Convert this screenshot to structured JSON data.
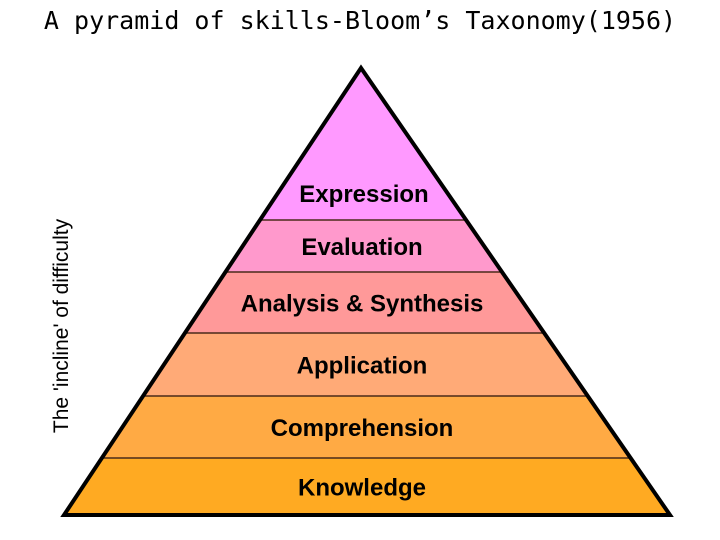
{
  "title": "A pyramid of skills-Bloom’s Taxonomy(1956)",
  "side_label": "The 'incline' of difficulty",
  "levels": [
    {
      "label": "Expression",
      "color": "#ff99ff"
    },
    {
      "label": "Evaluation",
      "color": "#ff99cc"
    },
    {
      "label": "Analysis & Synthesis",
      "color": "#ff9999"
    },
    {
      "label": "Application",
      "color": "#ffaa77"
    },
    {
      "label": "Comprehension",
      "color": "#ffaa44"
    },
    {
      "label": "Knowledge",
      "color": "#ffaa22"
    }
  ],
  "colors": {
    "outline": "#000000",
    "divider": "#4a2a1a"
  }
}
